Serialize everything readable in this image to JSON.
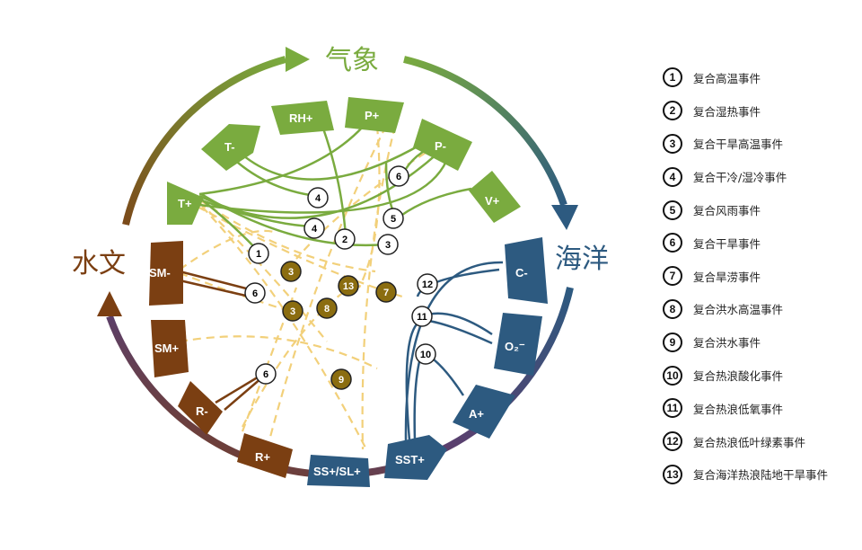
{
  "categories": {
    "meteorology": {
      "label": "气象",
      "color": "#7aab3f"
    },
    "ocean": {
      "label": "海洋",
      "color": "#2d5a80"
    },
    "hydrology": {
      "label": "水文",
      "color": "#7b3f12"
    }
  },
  "segments": {
    "t_plus": "T+",
    "t_minus": "T-",
    "rh_plus": "RH+",
    "p_plus": "P+",
    "p_minus": "P-",
    "v_plus": "V+",
    "c_minus": "C-",
    "o2_minus": "O₂⁻",
    "a_plus": "A+",
    "sst_plus": "SST+",
    "ss_sl_plus": "SS+/SL+",
    "r_plus": "R+",
    "r_minus": "R-",
    "sm_plus": "SM+",
    "sm_minus": "SM-"
  },
  "event_markers": {
    "g4a": "4",
    "g4b": "4",
    "g2": "2",
    "g3": "3",
    "g5": "5",
    "g6": "6",
    "g1": "1",
    "h6a": "6",
    "h6b": "6",
    "o12": "12",
    "o11": "11",
    "o10": "10",
    "c3a": "3",
    "c3b": "3",
    "c13": "13",
    "c8": "8",
    "c7": "7",
    "c9": "9"
  },
  "legend": [
    {
      "num": "1",
      "text": "复合高温事件"
    },
    {
      "num": "2",
      "text": "复合湿热事件"
    },
    {
      "num": "3",
      "text": "复合干旱高温事件"
    },
    {
      "num": "4",
      "text": "复合干冷/湿冷事件"
    },
    {
      "num": "5",
      "text": "复合风雨事件"
    },
    {
      "num": "6",
      "text": "复合干旱事件"
    },
    {
      "num": "7",
      "text": "复合旱涝事件"
    },
    {
      "num": "8",
      "text": "复合洪水高温事件"
    },
    {
      "num": "9",
      "text": "复合洪水事件"
    },
    {
      "num": "10",
      "text": "复合热浪酸化事件"
    },
    {
      "num": "11",
      "text": "复合热浪低氧事件"
    },
    {
      "num": "12",
      "text": "复合热浪低叶绿素事件"
    },
    {
      "num": "13",
      "text": "复合海洋热浪陆地干旱事件"
    }
  ],
  "colors": {
    "green": "#7aab3f",
    "blue": "#2d5a80",
    "brown": "#7b3f12",
    "dashed_yellow": "#f2d07a",
    "olive_marker": "#8b6d10"
  }
}
